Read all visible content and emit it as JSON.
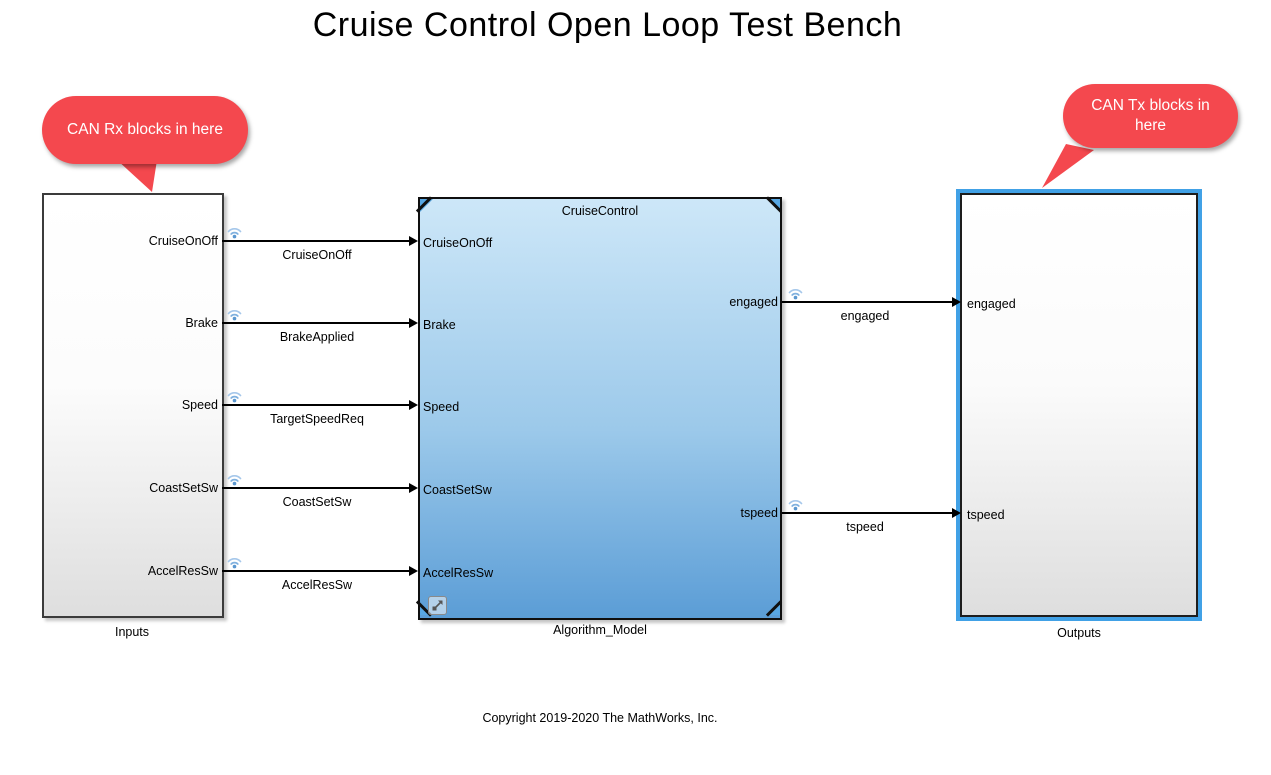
{
  "title": "Cruise Control Open Loop Test Bench",
  "copyright": "Copyright 2019-2020 The MathWorks, Inc.",
  "callouts": {
    "left": {
      "text": "CAN Rx blocks in here"
    },
    "right": {
      "text": "CAN Tx blocks in here"
    }
  },
  "blocks": {
    "inputs": {
      "caption": "Inputs",
      "ports": [
        "CruiseOnOff",
        "Brake",
        "Speed",
        "CoastSetSw",
        "AccelResSw"
      ]
    },
    "algorithm": {
      "caption": "Algorithm_Model",
      "header": "CruiseControl",
      "inports": [
        "CruiseOnOff",
        "Brake",
        "Speed",
        "CoastSetSw",
        "AccelResSw"
      ],
      "outports": [
        "engaged",
        "tspeed"
      ]
    },
    "outputs": {
      "caption": "Outputs",
      "ports": [
        "engaged",
        "tspeed"
      ]
    }
  },
  "wires": {
    "left": [
      {
        "source": "CruiseOnOff",
        "label": "CruiseOnOff",
        "dest": "CruiseOnOff"
      },
      {
        "source": "Brake",
        "label": "BrakeApplied",
        "dest": "Brake"
      },
      {
        "source": "Speed",
        "label": "TargetSpeedReq",
        "dest": "Speed"
      },
      {
        "source": "CoastSetSw",
        "label": "CoastSetSw",
        "dest": "CoastSetSw"
      },
      {
        "source": "AccelResSw",
        "label": "AccelResSw",
        "dest": "AccelResSw"
      }
    ],
    "right": [
      {
        "source": "engaged",
        "label": "engaged",
        "dest": "engaged"
      },
      {
        "source": "tspeed",
        "label": "tspeed",
        "dest": "tspeed"
      }
    ]
  },
  "colors": {
    "callout_red": "#f4484e",
    "selection_blue": "#41a1e6",
    "block_blue_top": "#cde7f8",
    "block_blue_bottom": "#5b9dd6",
    "wireless_blue": "#7fb0de"
  },
  "icons": {
    "wireless": "streaming-wireless-badge",
    "badge": "open-model-badge"
  }
}
